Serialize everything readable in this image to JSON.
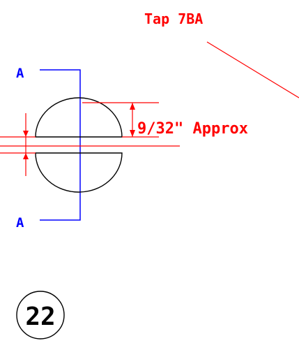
{
  "drawing": {
    "tap_note": "Tap 7BA",
    "dimension_note": "9/32\" Approx",
    "section_label_top": "A",
    "section_label_bottom": "A",
    "part_number": "22",
    "colors": {
      "dimension": "#ff0000",
      "section_line": "#0000ff",
      "outline": "#000000",
      "background": "#ffffff"
    }
  }
}
